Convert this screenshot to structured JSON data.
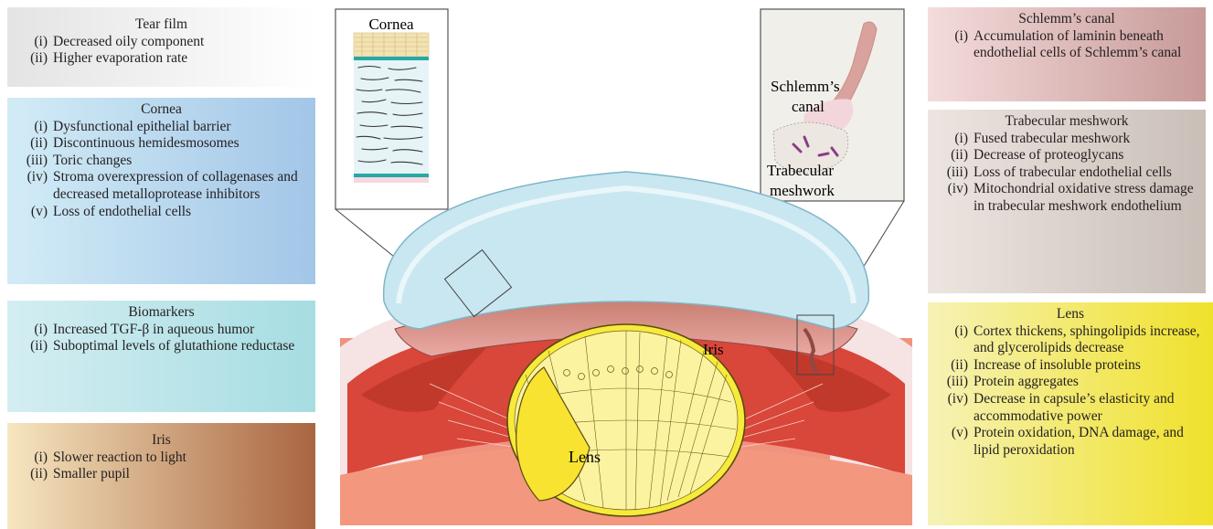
{
  "panels": {
    "tear_film": {
      "title": "Tear film",
      "items": [
        {
          "num": "(i)",
          "text": "Decreased oily component"
        },
        {
          "num": "(ii)",
          "text": "Higher evaporation rate"
        }
      ]
    },
    "cornea": {
      "title": "Cornea",
      "items": [
        {
          "num": "(i)",
          "text": "Dysfunctional epithelial barrier"
        },
        {
          "num": "(ii)",
          "text": "Discontinuous hemidesmosomes"
        },
        {
          "num": "(iii)",
          "text": "Toric changes"
        },
        {
          "num": "(iv)",
          "text": "Stroma overexpression of collagenases and decreased metalloprotease inhibitors"
        },
        {
          "num": "(v)",
          "text": "Loss of endothelial cells"
        }
      ]
    },
    "biomarkers": {
      "title": "Biomarkers",
      "items": [
        {
          "num": "(i)",
          "text": "Increased TGF-β in aqueous humor"
        },
        {
          "num": "(ii)",
          "text": "Suboptimal levels of glutathione reductase"
        }
      ]
    },
    "iris": {
      "title": "Iris",
      "items": [
        {
          "num": "(i)",
          "text": "Slower reaction to light"
        },
        {
          "num": "(ii)",
          "text": "Smaller pupil"
        }
      ]
    },
    "schlemm": {
      "title": "Schlemm’s canal",
      "items": [
        {
          "num": "(i)",
          "text": "Accumulation of laminin beneath endothelial cells of Schlemm’s canal"
        }
      ]
    },
    "trabecular": {
      "title": "Trabecular meshwork",
      "items": [
        {
          "num": "(i)",
          "text": "Fused trabecular meshwork"
        },
        {
          "num": "(ii)",
          "text": "Decrease of proteoglycans"
        },
        {
          "num": "(iii)",
          "text": "Loss of trabecular endothelial cells"
        },
        {
          "num": "(iv)",
          "text": "Mitochondrial oxidative stress damage in trabecular meshwork endothelium"
        }
      ]
    },
    "lens": {
      "title": "Lens",
      "items": [
        {
          "num": "(i)",
          "text": "Cortex thickens, sphingolipids increase, and glycerolipids decrease"
        },
        {
          "num": "(ii)",
          "text": "Increase of insoluble proteins"
        },
        {
          "num": "(iii)",
          "text": "Protein aggregates"
        },
        {
          "num": "(iv)",
          "text": "Decrease in capsule’s elasticity and accommodative power"
        },
        {
          "num": "(v)",
          "text": "Protein oxidation, DNA damage, and lipid peroxidation"
        }
      ]
    }
  },
  "diagram": {
    "cornea_inset_label": "Cornea",
    "schlemm_label_line1": "Schlemm’s",
    "schlemm_label_line2": "canal",
    "trabecular_label_line1": "Trabecular",
    "trabecular_label_line2": "meshwork",
    "iris_label": "Iris",
    "lens_label": "Lens"
  },
  "colors": {
    "tear_film": [
      "#e4e4e4",
      "#ffffff"
    ],
    "cornea": [
      "#d2ecf6",
      "#a3c6e8"
    ],
    "biomarkers": [
      "#d4eef2",
      "#a6dde2"
    ],
    "iris": [
      "#f6e6c0",
      "#a96540"
    ],
    "schlemm": [
      "#f4dcdc",
      "#c79a98"
    ],
    "trabecular": [
      "#ede5e0",
      "#c9bfb8"
    ],
    "lens": [
      "#f6f2b6",
      "#f0e12a"
    ]
  }
}
